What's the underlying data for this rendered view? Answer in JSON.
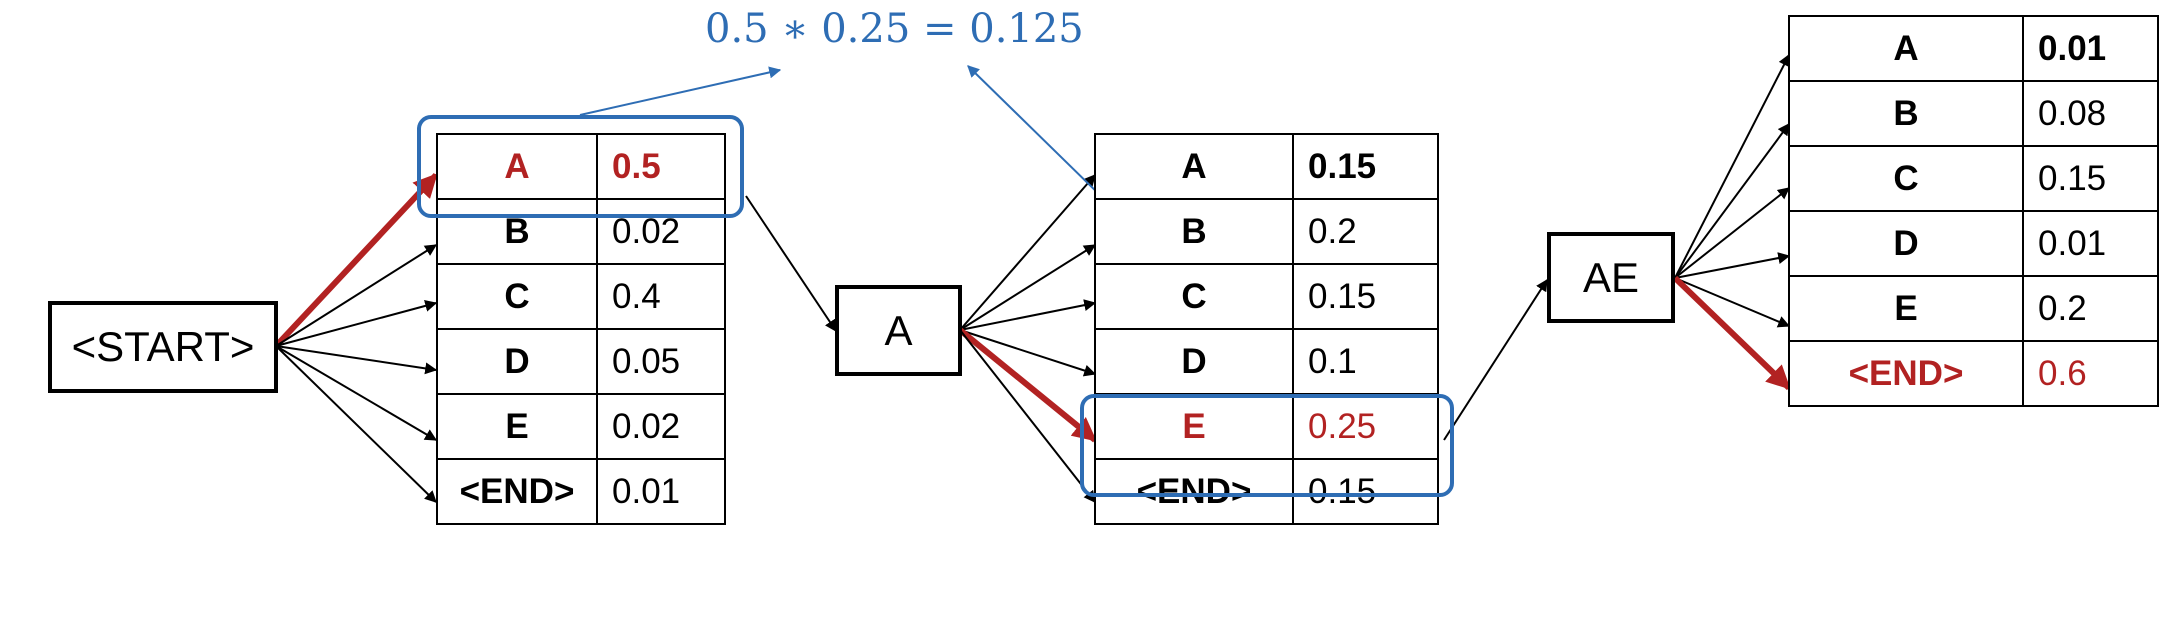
{
  "formula": "0.5 ∗ 0.25 = 0.125",
  "nodes": {
    "start": "<START>",
    "a": "A",
    "ae": "AE"
  },
  "tables": {
    "step1": {
      "rows": [
        {
          "token": "A",
          "prob": "0.5"
        },
        {
          "token": "B",
          "prob": "0.02"
        },
        {
          "token": "C",
          "prob": "0.4"
        },
        {
          "token": "D",
          "prob": "0.05"
        },
        {
          "token": "E",
          "prob": "0.02"
        },
        {
          "token": "<END>",
          "prob": "0.01"
        }
      ],
      "selected_row": 0
    },
    "step2": {
      "rows": [
        {
          "token": "A",
          "prob": "0.15"
        },
        {
          "token": "B",
          "prob": "0.2"
        },
        {
          "token": "C",
          "prob": "0.15"
        },
        {
          "token": "D",
          "prob": "0.1"
        },
        {
          "token": "E",
          "prob": "0.25"
        },
        {
          "token": "<END>",
          "prob": "0.15"
        }
      ],
      "selected_row": 4
    },
    "step3": {
      "rows": [
        {
          "token": "A",
          "prob": "0.01"
        },
        {
          "token": "B",
          "prob": "0.08"
        },
        {
          "token": "C",
          "prob": "0.15"
        },
        {
          "token": "D",
          "prob": "0.01"
        },
        {
          "token": "E",
          "prob": "0.2"
        },
        {
          "token": "<END>",
          "prob": "0.6"
        }
      ],
      "selected_row": 5
    }
  },
  "colors": {
    "selected": "#b22222",
    "highlight": "#2e6db4",
    "line": "#000000"
  }
}
